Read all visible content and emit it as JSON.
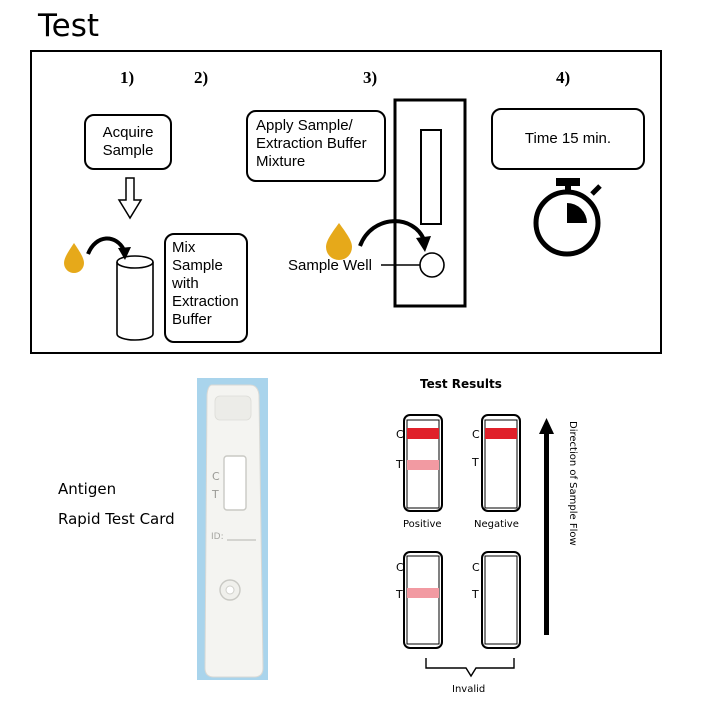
{
  "title": "Test",
  "steps": {
    "s1": {
      "num": "1)",
      "lines": [
        "Acquire",
        "Sample"
      ]
    },
    "s2": {
      "num": "2)",
      "lines": [
        "Mix",
        "Sample",
        "with",
        "Extraction",
        "Buffer"
      ]
    },
    "s3": {
      "num": "3)",
      "lines": [
        "Apply Sample/",
        "Extraction Buffer",
        "Mixture"
      ],
      "well_label": "Sample Well"
    },
    "s4": {
      "num": "4)",
      "text": "Time 15 min."
    }
  },
  "card": {
    "lines": [
      "Antigen",
      "Rapid Test Card"
    ],
    "marks": {
      "c": "C",
      "t": "T",
      "id": "ID:"
    },
    "photo_background": "#a9d4ec"
  },
  "results": {
    "title": "Test Results",
    "c_label": "C",
    "t_label": "T",
    "positive": "Positive",
    "negative": "Negative",
    "invalid": "Invalid",
    "flow": "Direction of Sample Flow",
    "line_color_strong": "#e0202a",
    "line_color_faint": "#f29aa2"
  },
  "colors": {
    "drop": "#e6a91a",
    "ink": "#000000"
  }
}
